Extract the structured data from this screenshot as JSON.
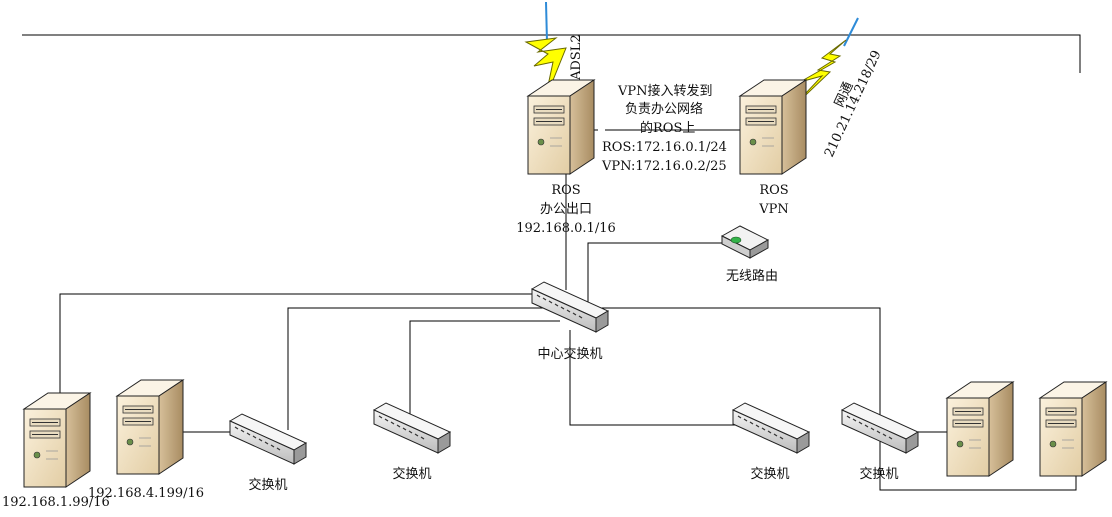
{
  "servers": {
    "ros_office": {
      "name": "ROS",
      "role": "办公出口",
      "ip": "192.168.0.1/16"
    },
    "ros_vpn": {
      "name": "ROS",
      "role": "VPN"
    }
  },
  "wan": {
    "adsl_label": "ADSL2",
    "isp_label": "网通",
    "isp_ip": "210.21.14.218/29"
  },
  "vpn_note": {
    "line1": "VPN接入转发到",
    "line2": "负责办公网络",
    "line3": "的ROS上",
    "ros_ip": "ROS:172.16.0.1/24",
    "vpn_ip": "VPN:172.16.0.2/25"
  },
  "wireless_router": {
    "label": "无线路由"
  },
  "core_switch": {
    "label": "中心交换机"
  },
  "switches": [
    {
      "label": "交换机"
    },
    {
      "label": "交换机"
    },
    {
      "label": "交换机"
    },
    {
      "label": "交换机"
    }
  ],
  "hosts": [
    {
      "ip": "192.168.1.99/16"
    },
    {
      "ip": "192.168.4.199/16"
    }
  ],
  "colors": {
    "server_front": "#f3e4c8",
    "server_side": "#c9b08a",
    "server_top": "#fbf2e2",
    "bolt_fill": "#ffff00",
    "bolt_tail": "#2e8bd8",
    "switch_body": "#e6e6e6",
    "line": "#000000"
  }
}
